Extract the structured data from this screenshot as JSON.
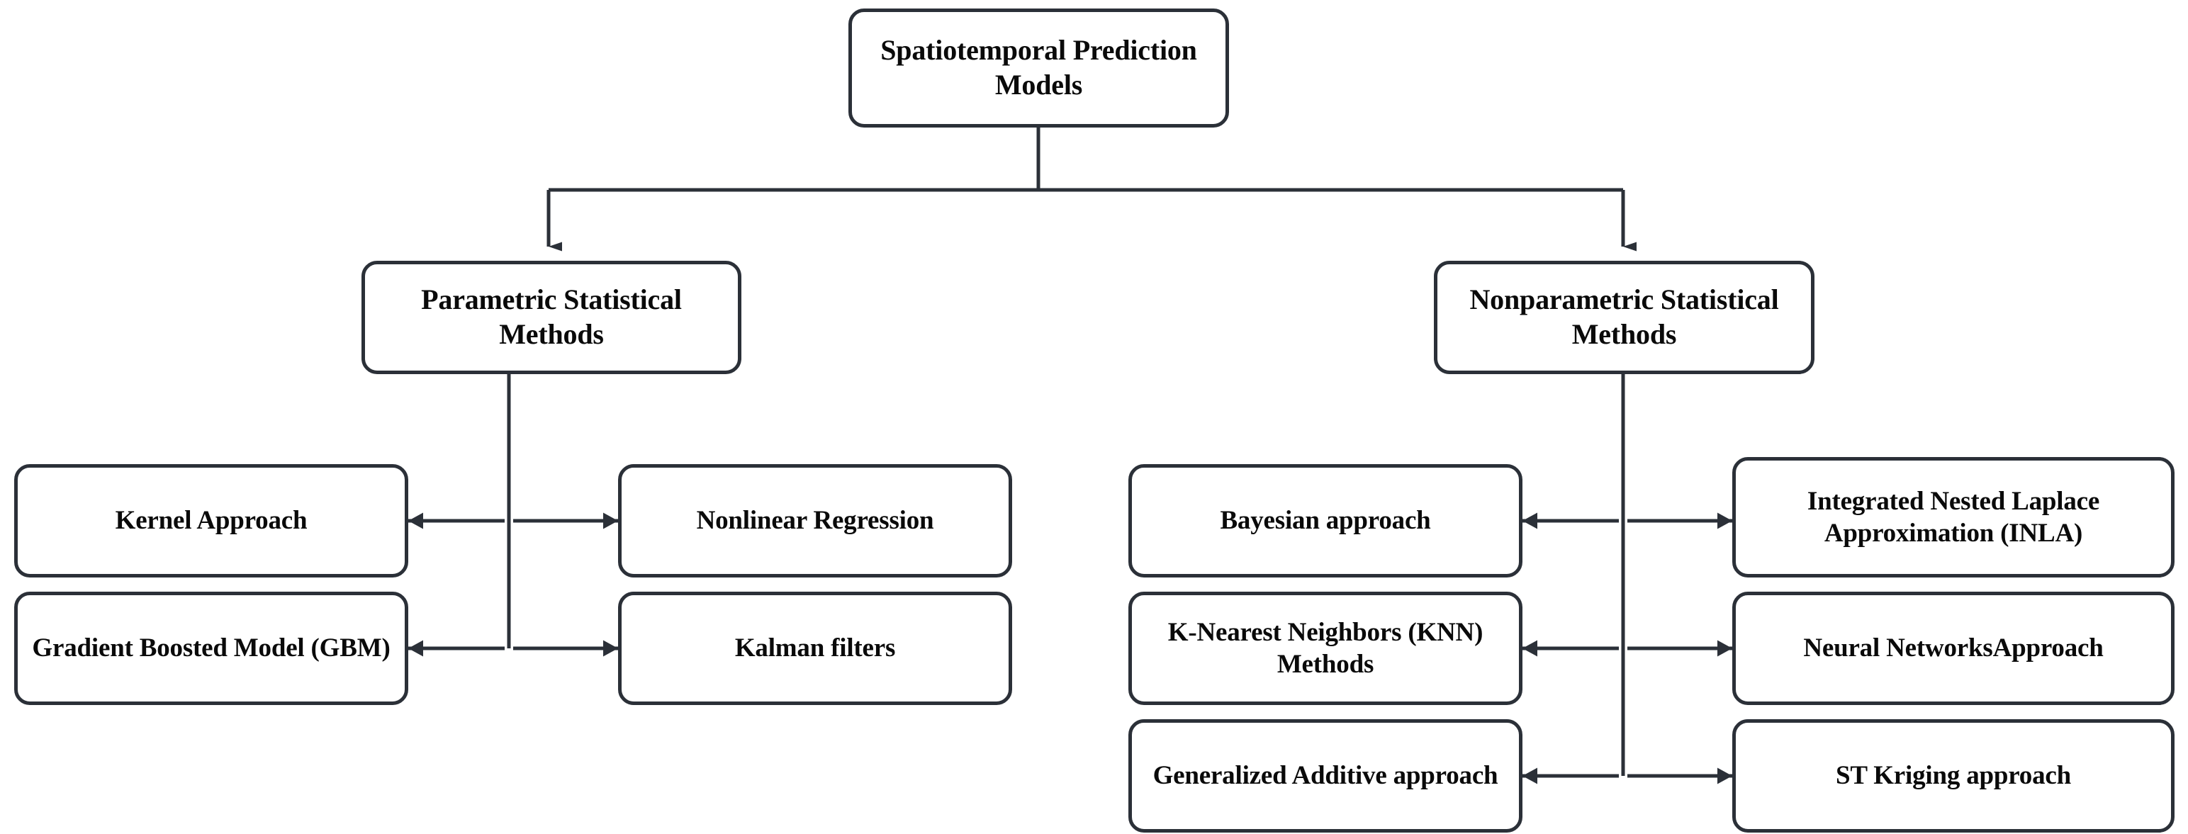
{
  "diagram": {
    "title": "Spatiotemporal Prediction Models taxonomy",
    "background_color": "#ffffff",
    "stroke_color": "#2b3038",
    "text_color": "#0a0a0a"
  },
  "root": {
    "label": "Spatiotemporal Prediction Models"
  },
  "branches": [
    {
      "id": "parametric",
      "label": "Parametric Statistical Methods",
      "left_children": [
        {
          "label": "Kernel Approach"
        },
        {
          "label": "Gradient Boosted Model (GBM)"
        }
      ],
      "right_children": [
        {
          "label": "Nonlinear Regression"
        },
        {
          "label": "Kalman filters"
        }
      ]
    },
    {
      "id": "nonparametric",
      "label": "Nonparametric Statistical Methods",
      "left_children": [
        {
          "label": "Bayesian approach"
        },
        {
          "label": "K-Nearest Neighbors (KNN) Methods"
        },
        {
          "label": "Generalized Additive approach"
        }
      ],
      "right_children": [
        {
          "label": "Integrated Nested Laplace Approximation (INLA)"
        },
        {
          "label": "Neural NetworksApproach"
        },
        {
          "label": "ST Kriging approach"
        }
      ]
    }
  ]
}
